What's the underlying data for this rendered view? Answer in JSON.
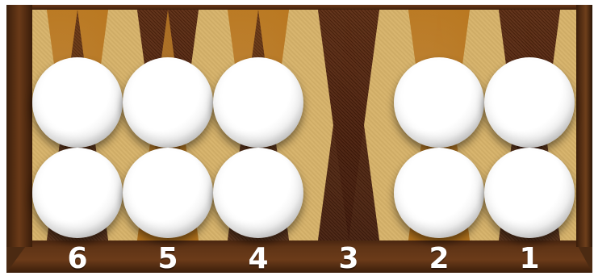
{
  "board": {
    "points": [
      {
        "label": "6",
        "checkers": 2
      },
      {
        "label": "5",
        "checkers": 2
      },
      {
        "label": "4",
        "checkers": 2
      },
      {
        "label": "3",
        "checkers": 0
      },
      {
        "label": "2",
        "checkers": 2
      },
      {
        "label": "1",
        "checkers": 2
      }
    ],
    "checker_color": "white",
    "colors": {
      "felt": "#d7b36a",
      "light_point": "#b8751b",
      "dark_point": "#4a1e0c",
      "frame": "#5a3014",
      "label": "#ffffff"
    }
  }
}
